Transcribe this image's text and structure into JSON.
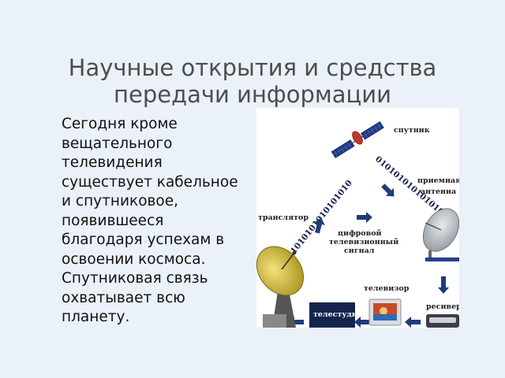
{
  "slide": {
    "title_line1": "Научные открытия и средства",
    "title_line2": "передачи информации",
    "body_lines": [
      "Сегодня кроме",
      "вещательного",
      "телевидения",
      "существует кабельное",
      "и спутниковое,",
      "появившееся",
      "благодаря успехам в",
      "освоении космоса.",
      "Спутниковая связь",
      "охватывает всю",
      "планету."
    ]
  },
  "diagram": {
    "labels": {
      "satellite": "спутник",
      "receiving_antenna_1": "приемная",
      "receiving_antenna_2": "антенна",
      "transmitter": "транслятор",
      "digital_signal_1": "цифровой",
      "digital_signal_2": "телевизионный",
      "digital_signal_3": "сигнал",
      "television": "телевизор",
      "receiver": "ресивер",
      "tv_studio": "телестудия"
    },
    "bitstream_up": "1010101010101010",
    "bitstream_down": "010101010101010"
  },
  "colors": {
    "background": "#eaf1f9",
    "arrow": "#1f3a7a",
    "studio_box": "#14254d",
    "dish_yellow": "#d8c23a",
    "dish_grey": "#b9bec4",
    "solar_panel": "#1e3a8a"
  }
}
